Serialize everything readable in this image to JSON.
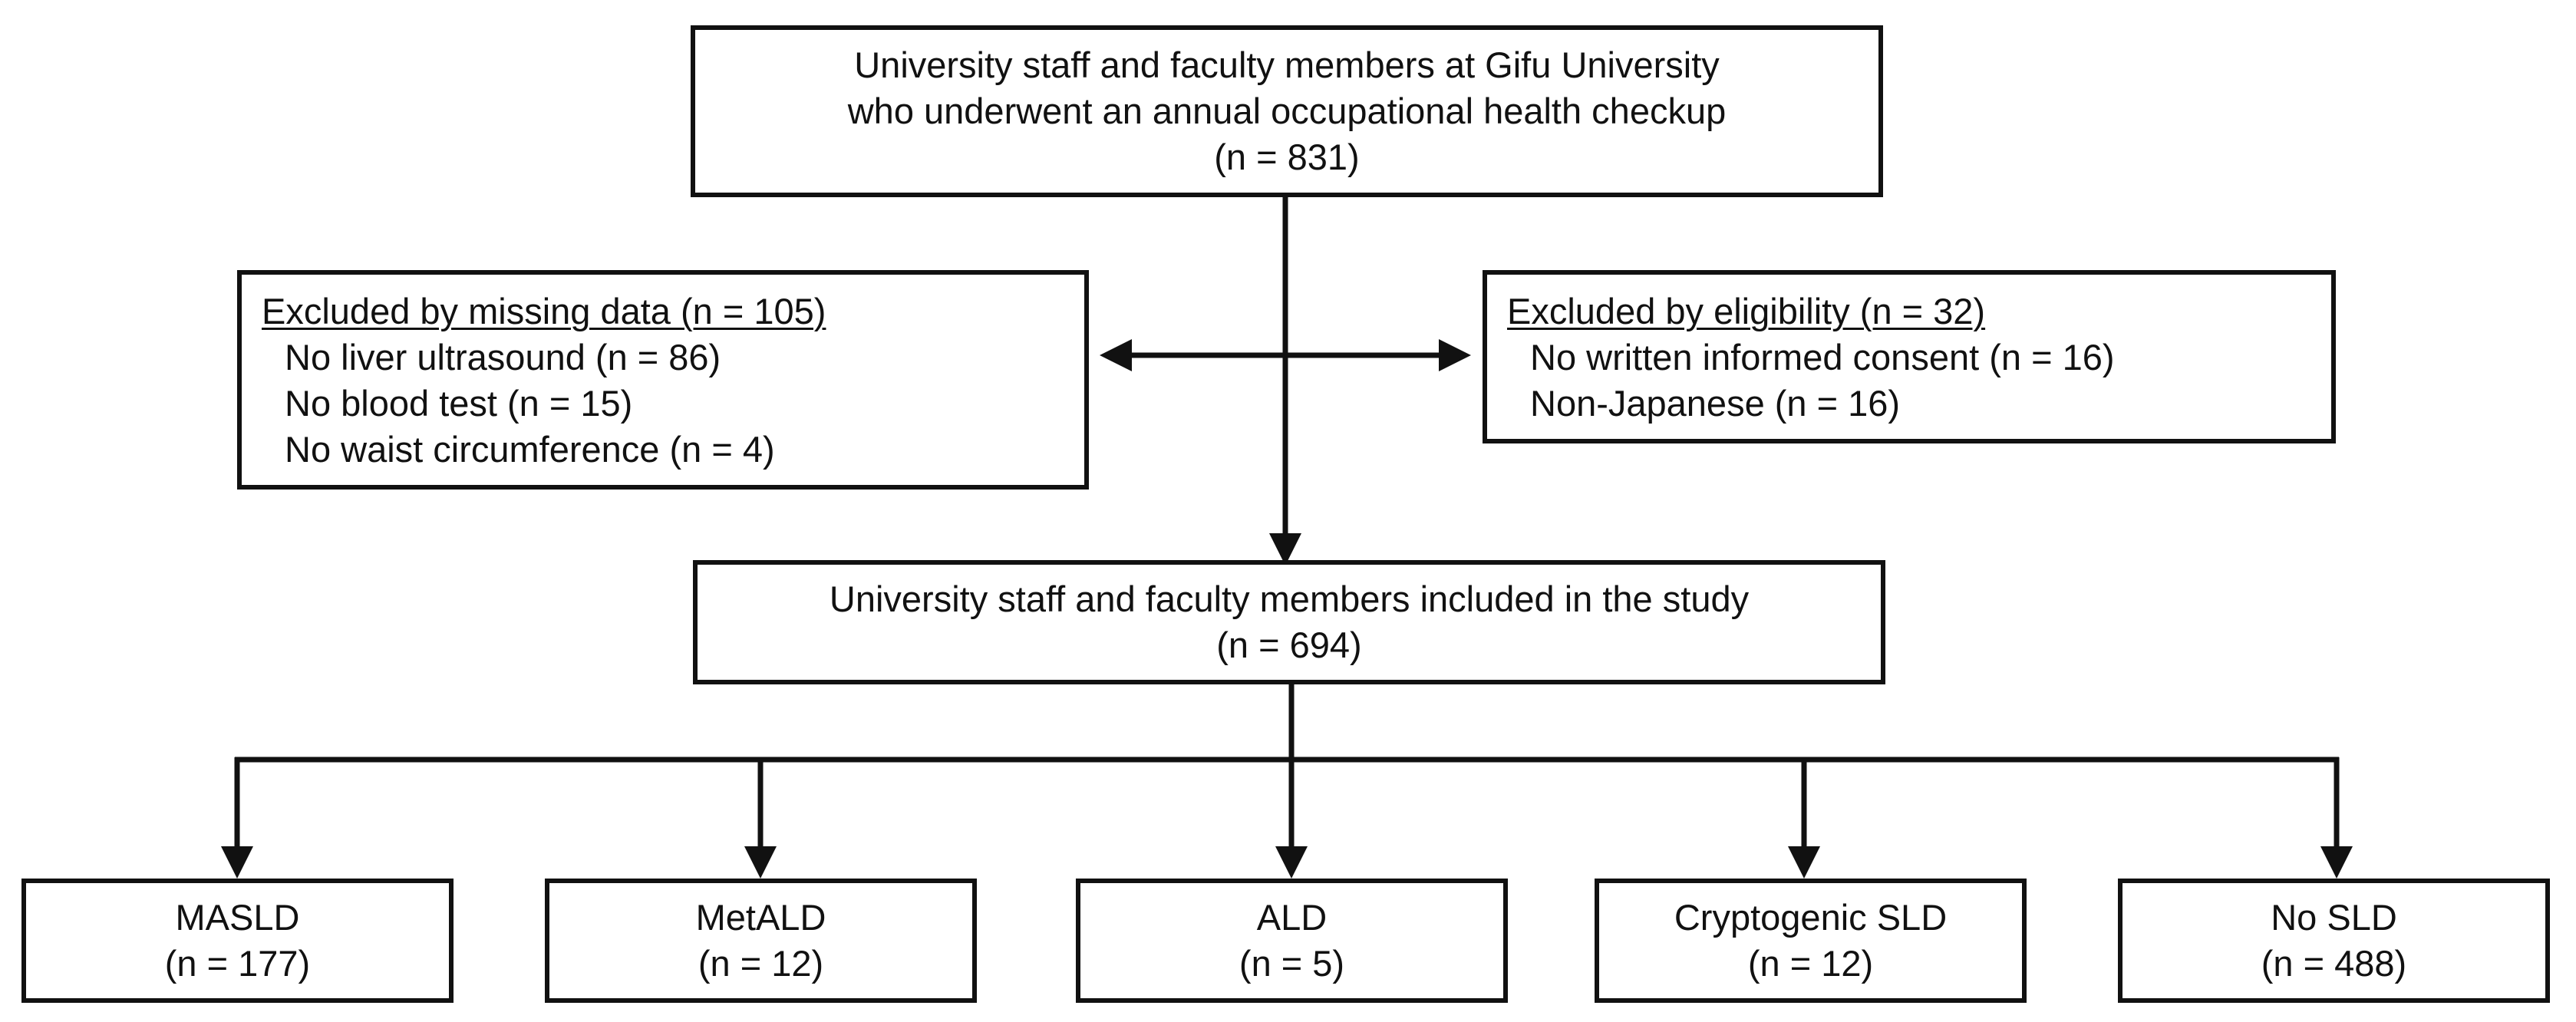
{
  "top_box": {
    "line1": "University staff and faculty members at Gifu University",
    "line2": "who underwent an annual occupational health checkup",
    "count": "(n = 831)"
  },
  "excluded_missing": {
    "heading": "Excluded by missing data (n = 105)",
    "items": [
      "No liver ultrasound (n = 86)",
      "No blood test (n = 15)",
      "No waist circumference (n = 4)"
    ]
  },
  "excluded_eligibility": {
    "heading": "Excluded by eligibility (n = 32)",
    "items": [
      "No written informed consent (n = 16)",
      "Non-Japanese (n = 16)"
    ]
  },
  "included_box": {
    "line1": "University staff and faculty members included in the study",
    "count": "(n = 694)"
  },
  "outcomes": [
    {
      "label": "MASLD",
      "count": "(n = 177)"
    },
    {
      "label": "MetALD",
      "count": "(n = 12)"
    },
    {
      "label": "ALD",
      "count": "(n = 5)"
    },
    {
      "label": "Cryptogenic SLD",
      "count": "(n = 12)"
    },
    {
      "label": "No SLD",
      "count": "(n = 488)"
    }
  ]
}
